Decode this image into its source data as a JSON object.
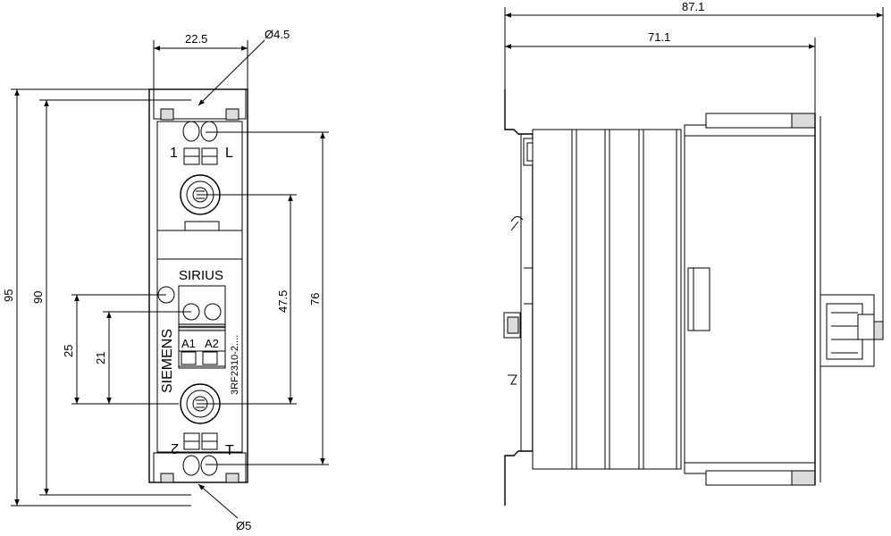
{
  "front_view": {
    "brand_label": "SIRIUS",
    "manufacturer": "SIEMENS",
    "order_number": "3RF2310-2....",
    "terminal_1": "1",
    "terminal_L": "L",
    "terminal_2": "2",
    "terminal_T": "T",
    "terminal_A1": "A1",
    "terminal_A2": "A2"
  },
  "dimensions": {
    "width_top": "22.5",
    "hole_top": "Ø4.5",
    "hole_bottom": "Ø5",
    "height_95": "95",
    "height_90": "90",
    "height_76": "76",
    "height_47_5": "47.5",
    "height_25": "25",
    "height_21": "21",
    "side_depth_total": "87.1",
    "side_depth_body": "71.1"
  }
}
